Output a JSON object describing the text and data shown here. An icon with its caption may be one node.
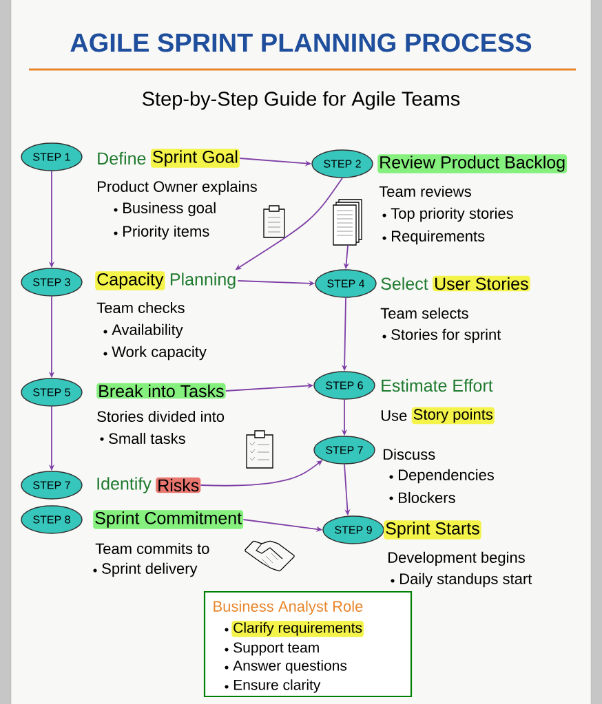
{
  "diagram": {
    "title": "AGILE SPRINT PLANNING PROCESS",
    "nodes": [
      {
        "text": [
          "STEP 1"
        ],
        "beside": [
          "Define",
          "Sprint Goal",
          "Product Owner explains",
          "Business goal",
          "Priority items"
        ]
      },
      {
        "text": [
          "STEP 2"
        ],
        "beside": [
          "Review Product Backlog",
          "Team reviews",
          "Top priority stories",
          "Requirements"
        ]
      },
      {
        "text": [
          "STEP 3"
        ],
        "beside": [
          "Capacity",
          "Planning",
          "Team checks",
          "Availability",
          "Work capacity"
        ]
      },
      {
        "text": [
          "STEP 4"
        ],
        "beside": [
          "Select",
          "User Stories",
          "Team selects",
          "Stories for sprint"
        ]
      },
      {
        "text": [
          "STEP 5"
        ],
        "beside": [
          "Break into Tasks",
          "Stories divided into",
          "Small tasks"
        ]
      },
      {
        "text": [
          "STEP 6"
        ],
        "beside": [
          "Estimate Effort",
          "Use",
          "Story points"
        ]
      },
      {
        "text": [
          "STEP 7"
        ],
        "beside": [
          "Discuss",
          "Dependencies",
          "Blockers"
        ]
      },
      {
        "text": [
          "STEP 7"
        ],
        "beside": [
          "Identify",
          "Risks"
        ]
      },
      {
        "text": [
          "STEP 8"
        ],
        "beside": [
          "Sprint Commitment",
          "Team commits to",
          "Sprint delivery"
        ]
      },
      {
        "text": [
          "STEP 9"
        ],
        "beside": [
          "Sprint Starts",
          "Development begins",
          "Daily standups start"
        ]
      },
      {
        "text": [
          "Business Analyst Role",
          "Clarify requirements",
          "Support team",
          "Answer questions",
          "Ensure clarity"
        ]
      }
    ],
    "edges": [
      {
        "from": 0,
        "to": 1,
        "arrow": "to"
      },
      {
        "from": 0,
        "to": 2,
        "arrow": "to"
      },
      {
        "from": 1,
        "to": 2,
        "arrow": "to"
      },
      {
        "from": 1,
        "to": 3,
        "arrow": "to"
      },
      {
        "from": 2,
        "to": 3,
        "arrow": "to"
      },
      {
        "from": 2,
        "to": 4,
        "arrow": "to"
      },
      {
        "from": 3,
        "to": 5,
        "arrow": "to"
      },
      {
        "from": 4,
        "to": 5,
        "arrow": "to"
      },
      {
        "from": 5,
        "to": 6,
        "arrow": "to"
      },
      {
        "from": 4,
        "to": 7,
        "arrow": "to"
      },
      {
        "from": 7,
        "to": 6,
        "arrow": "to"
      },
      {
        "from": 6,
        "to": 9,
        "arrow": "to"
      },
      {
        "from": 8,
        "to": 9,
        "arrow": "to"
      }
    ],
    "labels": [
      "Step-by-Step Guide for Agile Teams"
    ]
  }
}
